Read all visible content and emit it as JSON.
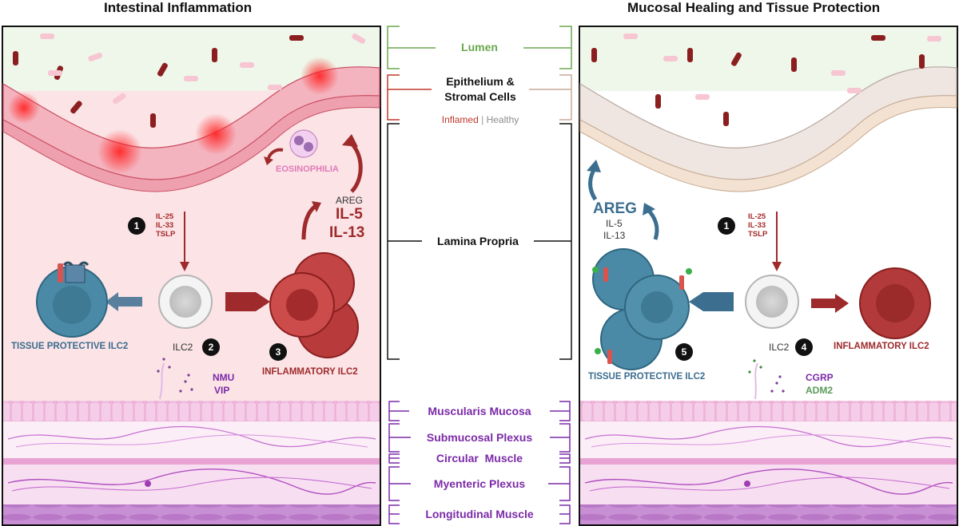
{
  "titles": {
    "left": "Intestinal Inflammation",
    "right": "Mucosal Healing and Tissue Protection"
  },
  "layers": {
    "lumen": "Lumen",
    "epithelium_line1": "Epithelium &",
    "epithelium_line2": "Stromal Cells",
    "inflamed": "Inflamed",
    "separator": "|",
    "healthy": "Healthy",
    "lamina_propria": "Lamina Propria",
    "muscularis_mucosa": "Muscularis Mucosa",
    "submucosal_plexus": "Submucosal Plexus",
    "circular_muscle": "Circular  Muscle",
    "myenteric_plexus": "Myenteric Plexus",
    "longitudinal_muscle": "Longitudinal Muscle"
  },
  "left_panel": {
    "eosinophilia": "EOSINOPHILIA",
    "areg": "AREG",
    "il5": "IL-5",
    "il13": "IL-13",
    "step1_badge": "1",
    "step1_cytokines": [
      "IL-25",
      "IL-33",
      "TSLP"
    ],
    "ilc2_label": "ILC2",
    "step2_badge": "2",
    "protective_label": "TISSUE PROTECTIVE ILC2",
    "step3_badge": "3",
    "inflammatory_label": "INFLAMMATORY ILC2",
    "neuro_1": "NMU",
    "neuro_2": "VIP"
  },
  "right_panel": {
    "areg": "AREG",
    "il5": "IL-5",
    "il13": "IL-13",
    "step1_badge": "1",
    "step1_cytokines": [
      "IL-25",
      "IL-33",
      "TSLP"
    ],
    "ilc2_label": "ILC2",
    "step4_badge": "4",
    "inflammatory_label": "INFLAMMATORY ILC2",
    "step5_badge": "5",
    "protective_label": "TISSUE PROTECTIVE ILC2",
    "neuro_1": "CGRP",
    "neuro_2": "ADM2"
  },
  "colors": {
    "lumen_green": "#6aa84f",
    "inflamed_red": "#c0392b",
    "healthy_tan": "#c8a89a",
    "layer_purple": "#7b2aa8",
    "protective_blue": "#3b6e8f",
    "inflammatory_red": "#9e2a2b",
    "cytokine_red": "#a52a2a"
  }
}
